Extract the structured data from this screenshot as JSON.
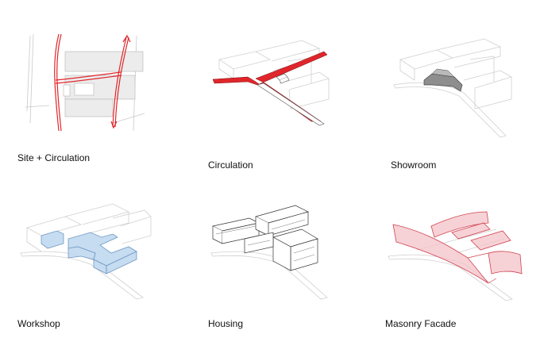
{
  "panels": [
    {
      "caption": "Site + Circulation"
    },
    {
      "caption": "Circulation"
    },
    {
      "caption": "Showroom"
    },
    {
      "caption": "Workshop"
    },
    {
      "caption": "Housing"
    },
    {
      "caption": "Masonry Facade"
    }
  ],
  "colors": {
    "line": "#c9c9c9",
    "red": "#e0262b",
    "showroom": "#8e8e8e",
    "workshop": "#bcd6ee",
    "workshop_stroke": "#6f98c4",
    "facade": "#f3c3c8",
    "facade_stroke": "#d0404f"
  }
}
